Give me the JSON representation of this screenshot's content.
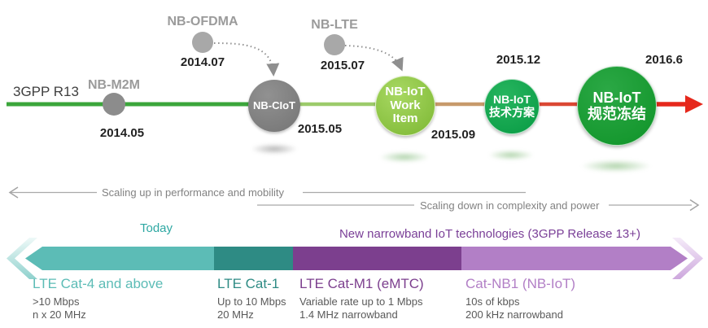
{
  "title": "NB-IoT standardization evolution diagram",
  "timeline": {
    "track_label": "3GPP R13",
    "milestones": [
      {
        "id": "nb-m2m",
        "label": "NB-M2M",
        "date": "2014.05"
      },
      {
        "id": "nb-ofdma",
        "label": "NB-OFDMA",
        "date": "2014.07"
      },
      {
        "id": "nb-ciot",
        "label": "NB-CIoT",
        "date": "2015.05"
      },
      {
        "id": "nb-lte",
        "label": "NB-LTE",
        "date": "2015.07"
      },
      {
        "id": "nb-iot-work-item",
        "label_line1": "NB-IoT",
        "label_line2": "Work Item",
        "date": "2015.09"
      },
      {
        "id": "nb-iot-tech-plan",
        "label_line1": "NB-IoT",
        "label_line2": "技术方案",
        "date": "2015.12"
      },
      {
        "id": "nb-iot-freeze",
        "label_line1": "NB-IoT",
        "label_line2": "规范冻结",
        "date": "2016.6"
      }
    ]
  },
  "scaling": {
    "up_label": "Scaling up in performance and mobility",
    "down_label": "Scaling down in complexity and power"
  },
  "spectrum": {
    "today_label": "Today",
    "new_tech_label": "New narrowband IoT technologies (3GPP Release 13+)",
    "segments": [
      {
        "name": "LTE Cat-4 and above",
        "specs": [
          ">10 Mbps",
          "n x 20 MHz"
        ],
        "color": "#5cbcb6"
      },
      {
        "name": "LTE Cat-1",
        "specs": [
          "Up to 10 Mbps",
          "20 MHz"
        ],
        "color": "#2e8b84"
      },
      {
        "name": "LTE Cat-M1 (eMTC)",
        "specs": [
          "Variable rate up to 1 Mbps",
          "1.4 MHz narrowband"
        ],
        "color": "#7c3f8e"
      },
      {
        "name": "Cat-NB1 (NB-IoT)",
        "specs": [
          "10s of kbps",
          "200 kHz narrowband"
        ],
        "color": "#b27fc6"
      }
    ]
  },
  "colors": {
    "timeline_green": "#3ba63b",
    "timeline_light_green": "#9ccb6b",
    "timeline_tan": "#c79a6b",
    "timeline_red": "#e6281c",
    "node_gray": "#8c8c8c",
    "node_light_green": "#7cb733",
    "node_green": "#079a43",
    "node_dark_green": "#0f9328"
  }
}
